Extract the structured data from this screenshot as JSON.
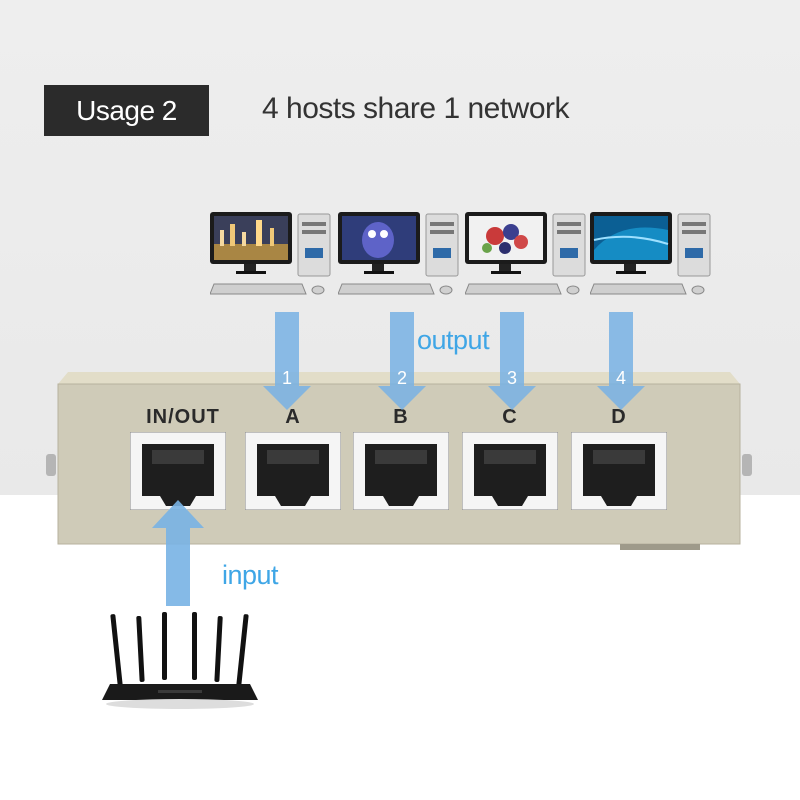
{
  "header": {
    "badge_label": "Usage 2",
    "headline": "4 hosts share 1 network"
  },
  "labels": {
    "output": "output",
    "input": "input"
  },
  "switch": {
    "ports": [
      {
        "label": "IN/OUT"
      },
      {
        "label": "A"
      },
      {
        "label": "B"
      },
      {
        "label": "C"
      },
      {
        "label": "D"
      }
    ]
  },
  "outputs": [
    {
      "number": "1",
      "screen": "city-night"
    },
    {
      "number": "2",
      "screen": "animated-character"
    },
    {
      "number": "3",
      "screen": "fruit-bowl"
    },
    {
      "number": "4",
      "screen": "blue-abstract"
    }
  ],
  "colors": {
    "badge_bg": "#2b2b2b",
    "accent_blue": "#3fa6e6",
    "arrow_blue": "#78b2e4",
    "switch_body": "#cfcbb8"
  }
}
